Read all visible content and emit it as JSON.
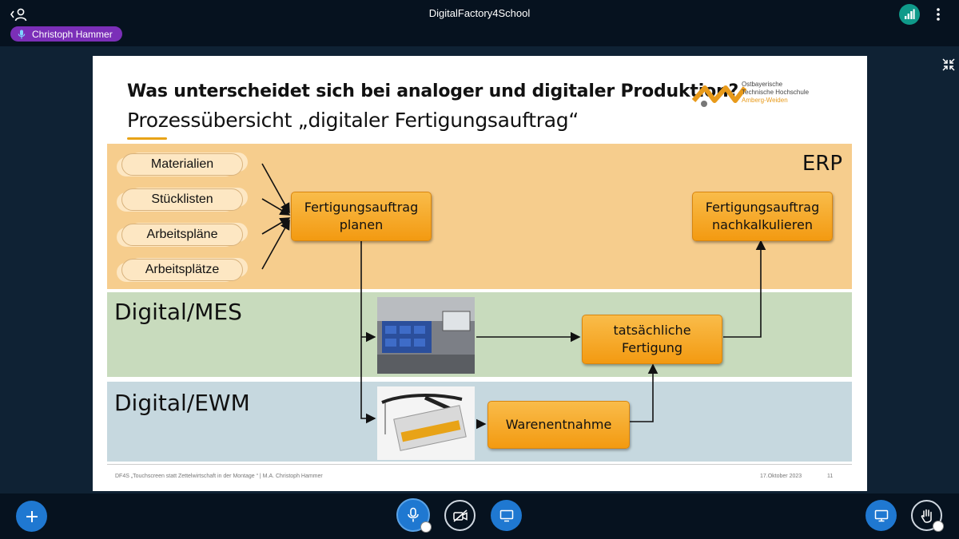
{
  "app": {
    "title": "DigitalFactory4School",
    "presenter": "Christoph Hammer"
  },
  "slide": {
    "title": "Was unterscheidet sich bei analoger und digitaler Produktion?",
    "subtitle": "Prozessübersicht „digitaler Fertigungsauftrag“",
    "logo_lines": [
      "Ostbayerische",
      "Technische Hochschule",
      "Amberg-Weiden"
    ],
    "bands": {
      "erp": "ERP",
      "mes": "Digital/MES",
      "ewm": "Digital/EWM"
    },
    "clouds": [
      "Materialien",
      "Stücklisten",
      "Arbeitspläne",
      "Arbeitsplätze"
    ],
    "boxes": {
      "plan": "Fertigungsauftrag planen",
      "nachkalk": "Fertigungsauftrag nachkalkulieren",
      "fertigung": "tatsächliche Fertigung",
      "entnahme": "Warenentnahme"
    },
    "footer": {
      "left": "DF4S „Touchscreen statt Zettelwirtschaft in der Montage “ | M.A. Christoph Hammer",
      "date": "17.Oktober 2023",
      "page": "11"
    }
  },
  "colors": {
    "erp_band": "#f6cd8d",
    "mes_band": "#c8dbbd",
    "ewm_band": "#c6d8df",
    "box_orange": "#f39a11",
    "toolbar_blue": "#1f78d1",
    "presenter_purple": "#7b2fb8"
  },
  "icons": {
    "user_list": "user-list-icon",
    "connection": "connection-status-icon",
    "more": "more-vertical-icon",
    "fullscreen": "fullscreen-icon",
    "actions": "plus-icon",
    "mic": "microphone-icon",
    "camera": "camera-off-icon",
    "screenshare": "screen-share-icon",
    "presentation": "presentation-icon",
    "hand": "raise-hand-icon"
  }
}
